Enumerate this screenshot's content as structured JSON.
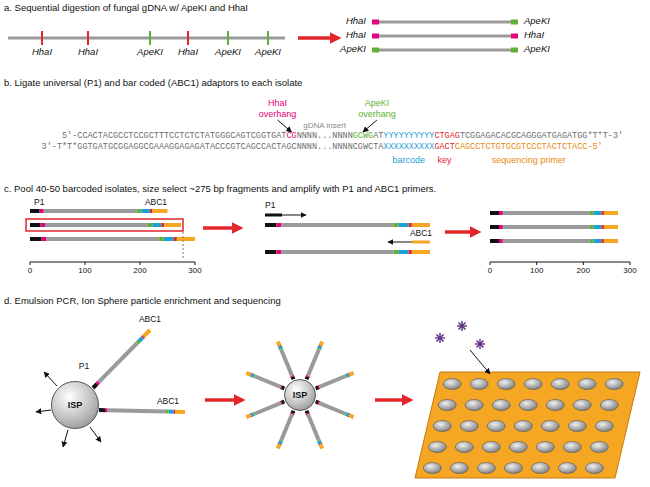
{
  "diagram": {
    "nodes": [
      {
        "text": [
          "ISP"
        ]
      },
      {
        "text": [
          "ISP"
        ]
      }
    ],
    "labels": [
      "a. Sequential digestion of fungal gDNA w/ ApeKI and HhaI",
      "HhaI",
      "HhaI",
      "ApeKI",
      "HhaI",
      "ApeKI",
      "ApeKI",
      "HhaI",
      "ApeKI",
      "HhaI",
      "HhaI",
      "ApeKI",
      "ApeKI",
      "b. Ligate universal (P1) and bar coded (ABC1) adaptors to each isolate",
      "HhaI overhang",
      "gDNA insert",
      "ApeKI overhang",
      "5'-CCACTACGCCTCCGCTTTCCTCTCTATGGGCAGTCGGTGAT",
      "CG",
      "NNNN...NNNN",
      "GCWG",
      "AT",
      "YYYYYYYYYY",
      "CTGAG",
      "TCGGAGACACGCAGGGATGAGATGG*T*T-3'",
      "3'-T*T*GGTGATGCGGAGGCGAAAGGAGAGATACCCGTCAGCCACTAGC",
      "NNNN...NNNN",
      "CGWCTA",
      "XXXXXXXXXX",
      "GACT",
      "CAGCCTCTGTGCGTCCCTACTCTACC-5'",
      "barcode",
      "key",
      "sequencing primer",
      "c. Pool 40-50 barcoded isolates, size select ~275 bp fragments and amplify with P1 and ABC1 primers.",
      "P1",
      "ABC1",
      "0",
      "100",
      "200",
      "300",
      "P1",
      "ABC1",
      "0",
      "100",
      "200",
      "300",
      "d. Emulsion PCR, Ion Sphere particle enrichment and sequencing",
      "P1",
      "ABC1",
      "ABC1"
    ]
  }
}
